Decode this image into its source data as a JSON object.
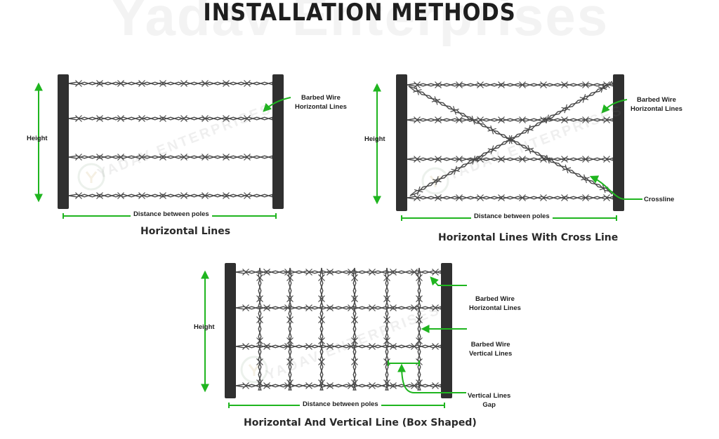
{
  "header": {
    "title": "INSTALLATION METHODS",
    "watermark": "Yadav Enterprises"
  },
  "watermark_text": "YADAV ENTERPRISES",
  "colors": {
    "accent_green": "#1fb51f",
    "pole": "#303030",
    "wire": "#4a4a4a",
    "text": "#1e1e1e"
  },
  "diagrams": [
    {
      "caption": "Horizontal Lines",
      "height_label": "Height",
      "distance_label": "Distance between poles",
      "callouts": {
        "horizontal": "Barbed Wire\nHorizontal Lines"
      }
    },
    {
      "caption": "Horizontal Lines With Cross Line",
      "height_label": "Height",
      "distance_label": "Distance between poles",
      "callouts": {
        "horizontal": "Barbed Wire\nHorizontal Lines",
        "cross": "Crossline"
      }
    },
    {
      "caption": "Horizontal And Vertical Line (Box Shaped)",
      "height_label": "Height",
      "distance_label": "Distance between poles",
      "callouts": {
        "horizontal": "Barbed Wire\nHorizontal Lines",
        "vertical": "Barbed Wire\nVertical Lines",
        "gap": "Vertical Lines\nGap"
      }
    }
  ]
}
